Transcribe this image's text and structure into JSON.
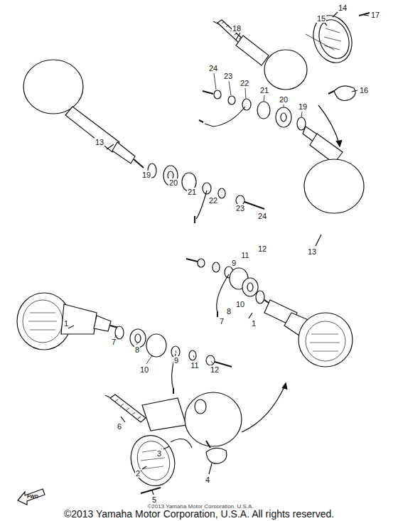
{
  "diagram": {
    "labels": [
      "18",
      "14",
      "15",
      "17",
      "16",
      "24",
      "23",
      "22",
      "21",
      "20",
      "19",
      "13",
      "19",
      "20",
      "21",
      "22",
      "23",
      "24",
      "13",
      "12",
      "11",
      "9",
      "10",
      "8",
      "7",
      "1",
      "1",
      "7",
      "8",
      "10",
      "9",
      "11",
      "12",
      "6",
      "3",
      "2",
      "4",
      "5",
      "FWD",
      "©2013 Yamaha Motor Corporation, U.S.A.",
      "©2013 Yamaha Motor Corporation, U.S.A. All rights reserved."
    ]
  }
}
